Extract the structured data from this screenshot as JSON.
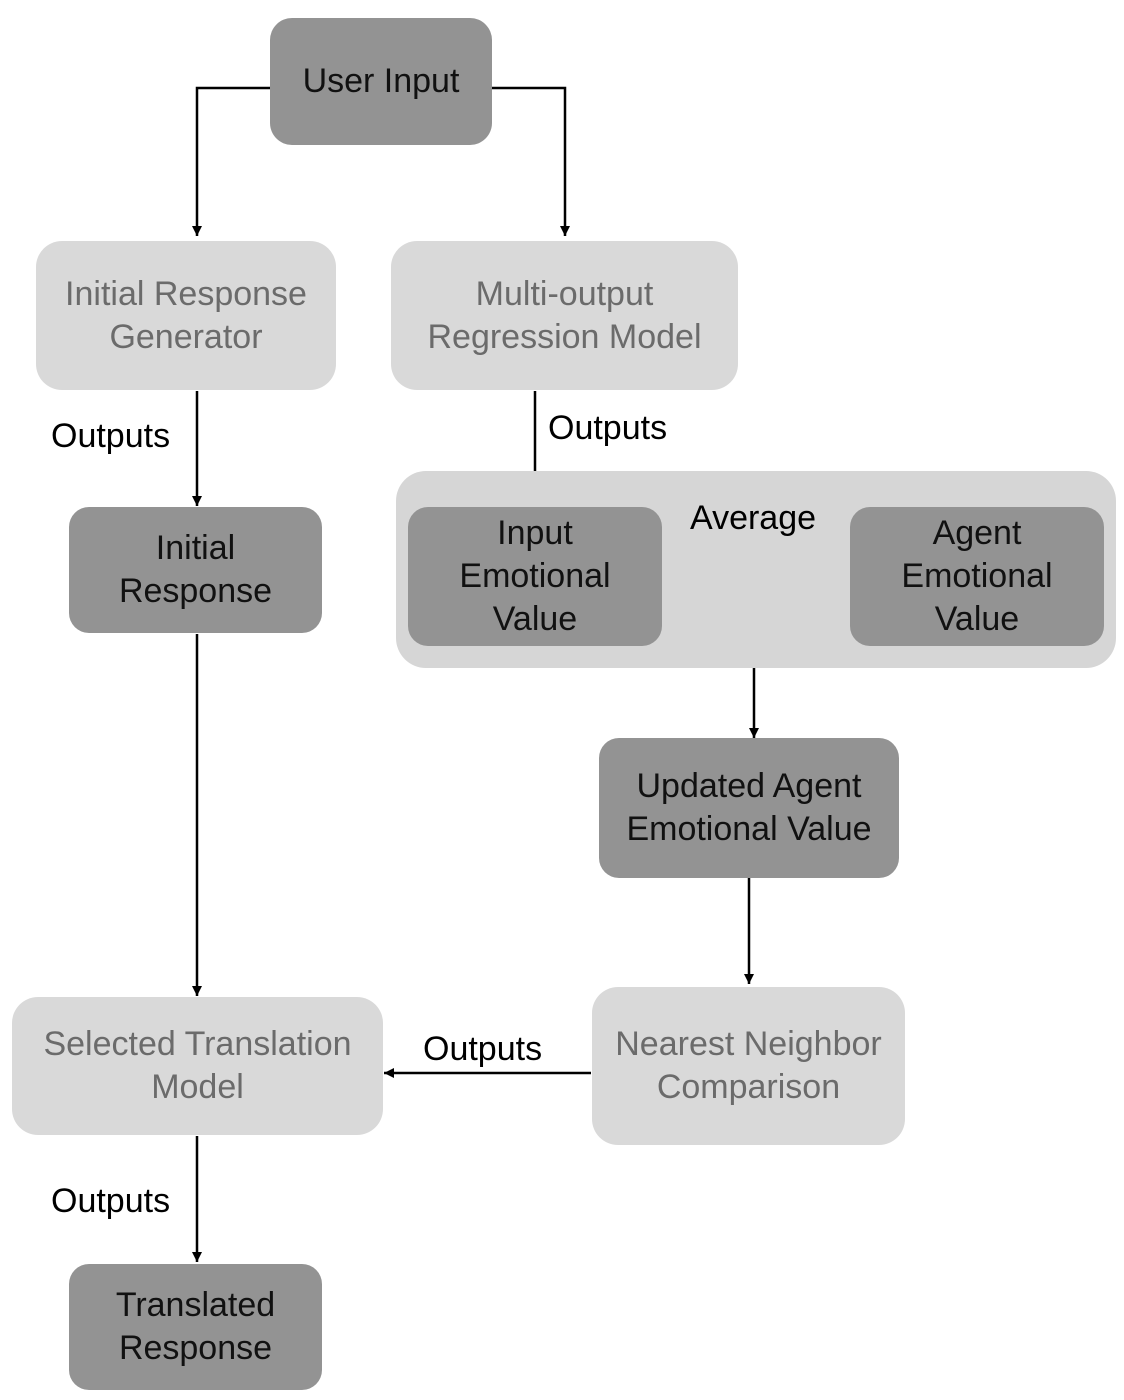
{
  "colors": {
    "dark_box": "#939393",
    "light_box": "#d9d9d9",
    "group_bg": "#d6d6d6",
    "line": "#000000",
    "dark_text": "#111111",
    "light_text": "#6b6b6b"
  },
  "nodes": {
    "user_input": "User Input",
    "initial_response_generator": "Initial Response\nGenerator",
    "multi_output_regression_model": "Multi-output\nRegression Model",
    "initial_response": "Initial\nResponse",
    "input_emotional_value": "Input\nEmotional\nValue",
    "agent_emotional_value": "Agent\nEmotional\nValue",
    "updated_agent_emotional_value": "Updated Agent\nEmotional Value",
    "nearest_neighbor_comparison": "Nearest Neighbor\nComparison",
    "selected_translation_model": "Selected Translation\nModel",
    "translated_response": "Translated\nResponse"
  },
  "labels": {
    "outputs_1": "Outputs",
    "outputs_2": "Outputs",
    "average": "Average",
    "outputs_3": "Outputs",
    "outputs_4": "Outputs"
  }
}
